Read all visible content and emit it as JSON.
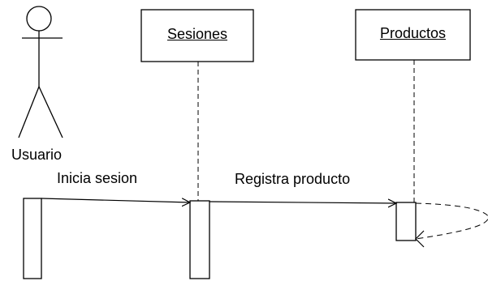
{
  "actor": {
    "name": "Usuario"
  },
  "objects": [
    {
      "label": "Sesiones"
    },
    {
      "label": "Productos"
    }
  ],
  "messages": [
    {
      "from": "Usuario",
      "to": "Sesiones",
      "label": "Inicia sesion"
    },
    {
      "from": "Sesiones",
      "to": "Productos",
      "label": "Registra producto"
    },
    {
      "from": "Productos",
      "to": "Productos",
      "label": "",
      "style": "dashed-return"
    }
  ],
  "colors": {
    "line": "#000000",
    "fill": "#ffffff"
  }
}
